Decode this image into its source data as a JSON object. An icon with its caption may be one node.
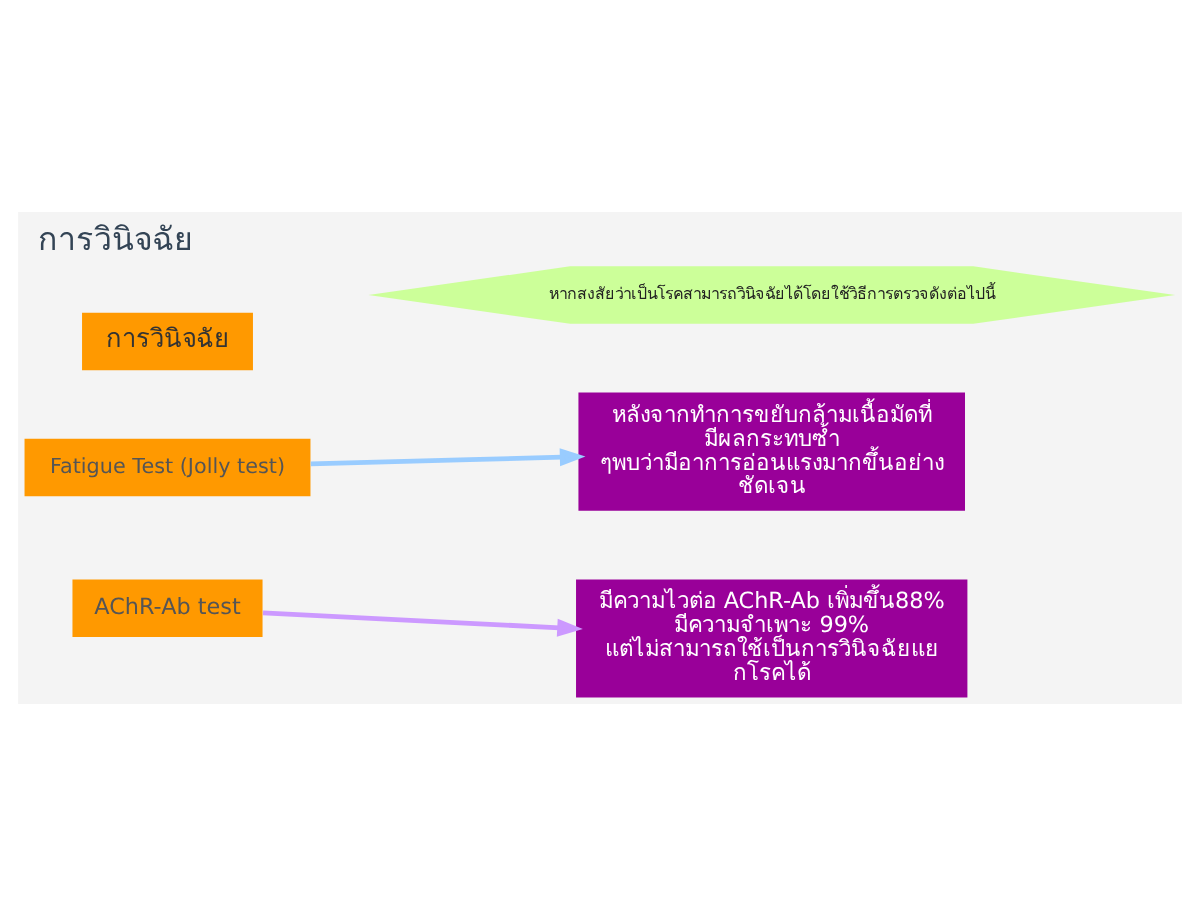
{
  "diagram": {
    "title": "การวินิจฉัย",
    "nodes": [
      {
        "text": [
          "การวินิจฉัย"
        ]
      },
      {
        "text": [
          "หากสงสัยว่าเป็นโรคสามารถวินิจฉัยได้โดยใช้วิธีการตรวจดังต่อไปนี้"
        ]
      },
      {
        "text": [
          "Fatigue Test (Jolly test)"
        ]
      },
      {
        "text": [
          "หลังจากทำการขยับกล้ามเนื้อมัดที่มีผลกระทบซ้ำ ๆพบว่ามีอาการอ่อนแรงมากขึ้นอย่างชัดเจน"
        ]
      },
      {
        "text": [
          "AChR-Ab test"
        ]
      },
      {
        "text": [
          "มีความไวต่อ AChR-Ab เพิ่มขึ้น88% มีความจำเพาะ 99% แต่ไม่สามารถใช้เป็นการวินิจฉัยแยกโรคได้"
        ]
      }
    ],
    "edges": [
      {
        "from": 2,
        "to": 3,
        "arrow": "to",
        "color": "#99ccff"
      },
      {
        "from": 4,
        "to": 5,
        "arrow": "to",
        "color": "#cc99ff"
      }
    ]
  }
}
